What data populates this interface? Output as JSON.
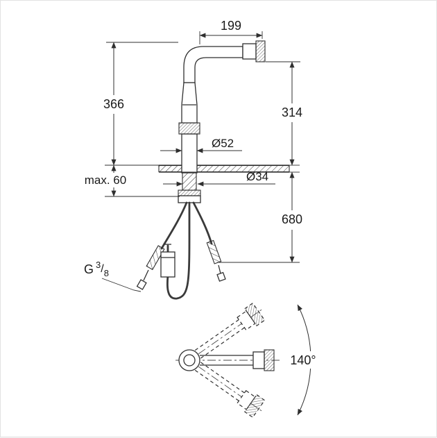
{
  "drawing": {
    "dimensions": {
      "spout_reach": "199",
      "height_total": "366",
      "height_to_outlet": "314",
      "body_diameter": "Ø52",
      "max_counter_thickness": "max. 60",
      "shank_diameter": "Ø34",
      "below_counter_height": "680",
      "swivel_angle": "140°"
    },
    "thread": {
      "prefix": "G",
      "numerator": "3",
      "slash": "/",
      "denominator": "8"
    },
    "colors": {
      "line": "#2f2f2f",
      "text": "#1a1a1a",
      "background": "#ffffff"
    }
  }
}
